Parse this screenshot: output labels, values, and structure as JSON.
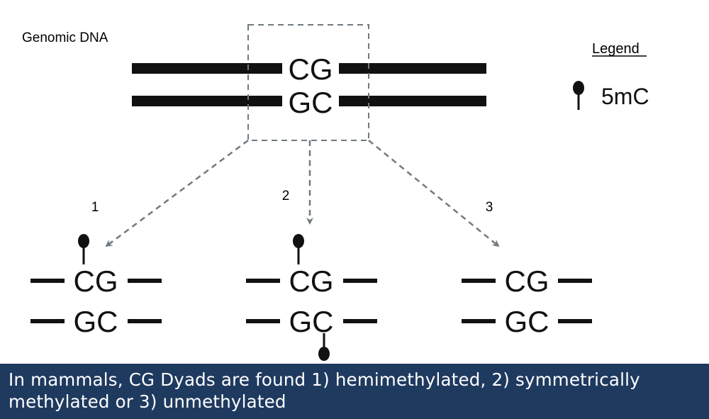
{
  "title": "Genomic DNA",
  "legend": {
    "heading": "Legend",
    "marker_label": "5mC",
    "marker_icon": "lollipop-pin-icon"
  },
  "genomic_pair": {
    "top_strand": "CG",
    "bottom_strand": "GC"
  },
  "outcomes": [
    {
      "number": "1",
      "top_strand": "CG",
      "bottom_strand": "GC",
      "top_methylated": true,
      "bottom_methylated": false
    },
    {
      "number": "2",
      "top_strand": "CG",
      "bottom_strand": "GC",
      "top_methylated": true,
      "bottom_methylated": true
    },
    {
      "number": "3",
      "top_strand": "CG",
      "bottom_strand": "GC",
      "top_methylated": false,
      "bottom_methylated": false
    }
  ],
  "caption": "In mammals, CG Dyads are found 1) hemimethylated, 2) symmetrically methylated or 3) unmethylated",
  "colors": {
    "strand": "#111111",
    "arrow": "#6f7a80",
    "caption_background": "#1f3a5f",
    "caption_text": "#ffffff"
  }
}
